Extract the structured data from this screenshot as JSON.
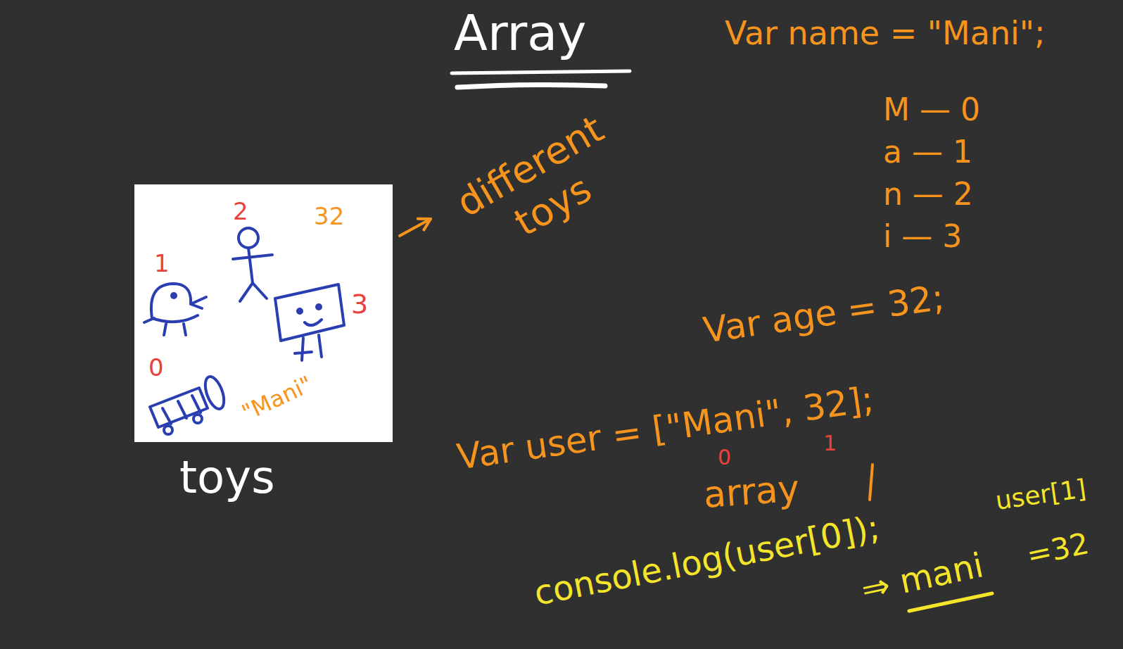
{
  "diagram": {
    "title": "Array",
    "nodes": [
      {
        "text": [
          "toys",
          "2",
          "32",
          "1",
          "3",
          "0",
          "\"Mani\""
        ]
      }
    ],
    "labels": [
      "different toys",
      "Var name = \"Mani\";",
      "M — 0",
      "a — 1",
      "n — 2",
      "i — 3",
      "Var age = 32;",
      "Var user = [\"Mani\", 32];",
      "0",
      "1",
      "array",
      "console.log(user[0]);",
      "user[1]",
      "⇒ mani",
      "=32"
    ]
  }
}
